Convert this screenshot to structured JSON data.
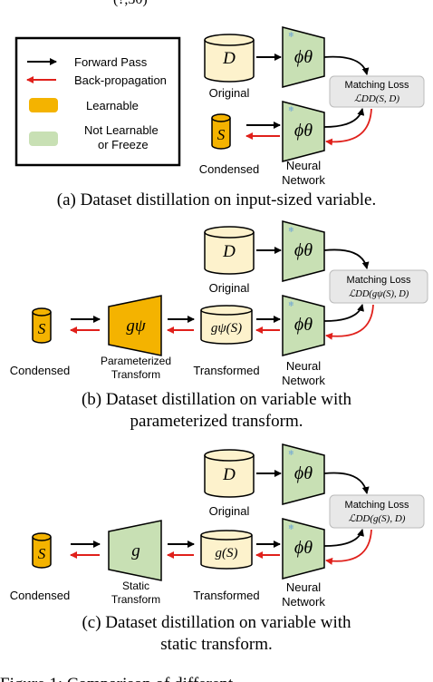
{
  "top_fragment": "(?,30)",
  "colors": {
    "learnable": "#f4b300",
    "frozen": "#c8e0b4",
    "original": "#fdf2cc",
    "forward": "#000000",
    "backprop": "#e0201b",
    "loss_box": "#e8e8e8"
  },
  "legend": {
    "forward": "Forward Pass",
    "backprop": "Back-propagation",
    "learnable": "Learnable",
    "frozen_line1": "Not Learnable",
    "frozen_line2": "or Freeze"
  },
  "panel_a": {
    "original_symbol": "D",
    "original_label": "Original",
    "condensed_symbol": "S",
    "condensed_label": "Condensed",
    "net_symbol": "ϕθ",
    "network_label_1": "Neural",
    "network_label_2": "Network",
    "loss_title": "Matching Loss",
    "loss_formula": "ℒDD(S, D)",
    "caption": "(a) Dataset distillation on input-sized variable."
  },
  "panel_b": {
    "original_symbol": "D",
    "original_label": "Original",
    "condensed_symbol": "S",
    "condensed_label": "Condensed",
    "transform_symbol": "gψ",
    "transform_label_1": "Parameterized",
    "transform_label_2": "Transform",
    "transformed_symbol": "gψ(S)",
    "transformed_label": "Transformed",
    "net_symbol": "ϕθ",
    "network_label_1": "Neural",
    "network_label_2": "Network",
    "loss_title": "Matching Loss",
    "loss_formula": "ℒDD(gψ(S), D)",
    "caption_line1": "(b) Dataset distillation on variable with",
    "caption_line2": "parameterized transform."
  },
  "panel_c": {
    "original_symbol": "D",
    "original_label": "Original",
    "condensed_symbol": "S",
    "condensed_label": "Condensed",
    "transform_symbol": "g",
    "transform_label_1": "Static",
    "transform_label_2": "Transform",
    "transformed_symbol": "g(S)",
    "transformed_label": "Transformed",
    "net_symbol": "ϕθ",
    "network_label_1": "Neural",
    "network_label_2": "Network",
    "loss_title": "Matching Loss",
    "loss_formula": "ℒDD(g(S), D)",
    "caption_line1": "(c) Dataset distillation on variable with",
    "caption_line2": "static transform."
  },
  "bottom_fragment": "Figure 1: Comparison of different..."
}
